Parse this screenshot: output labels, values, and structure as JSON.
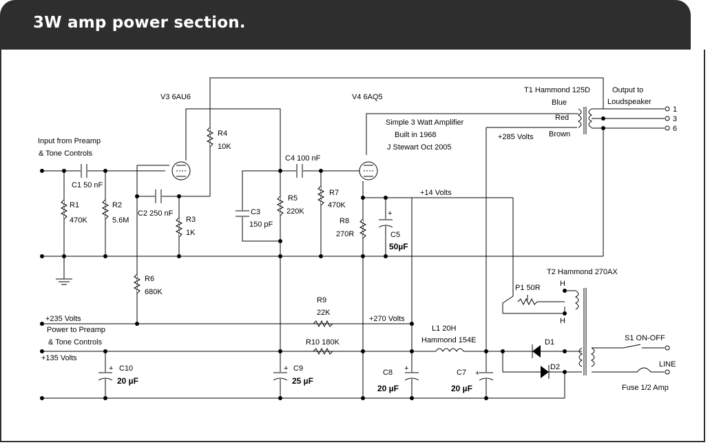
{
  "header": {
    "title": "3W amp power section."
  },
  "tubes": {
    "v3": "V3 6AU6",
    "v4": "V4 6AQ5"
  },
  "info": {
    "line1": "Simple 3 Watt Amplifier",
    "line2": "Built in 1968",
    "line3": "J Stewart Oct 2005"
  },
  "input_label": {
    "line1": "Input from Preamp",
    "line2": "& Tone Controls"
  },
  "components": {
    "c1": "C1 50 nF",
    "c2": "C2 250 nF",
    "c3_name": "C3",
    "c3_value": "150 pF",
    "c4": "C4 100 nF",
    "c5_name": "C5",
    "c5_value": "50µF",
    "c7_name": "C7",
    "c7_value": "20 µF",
    "c8_name": "C8",
    "c8_value": "20 µF",
    "c9_name": "C9",
    "c9_value": "25 µF",
    "c10_name": "C10",
    "c10_value": "20 µF",
    "r1_name": "R1",
    "r1_value": "470K",
    "r2_name": "R2",
    "r2_value": "5.6M",
    "r3_name": "R3",
    "r3_value": "1K",
    "r4_name": "R4",
    "r4_value": "10K",
    "r5_name": "R5",
    "r5_value": "220K",
    "r6_name": "R6",
    "r6_value": "680K",
    "r7_name": "R7",
    "r7_value": "470K",
    "r8_name": "R8",
    "r8_value": "270R",
    "r9_name": "R9",
    "r9_value": "22K",
    "r10": "R10 180K",
    "l1_name": "L1 20H",
    "l1_value": "Hammond 154E",
    "p1": "P1 50R",
    "d1": "D1",
    "d2": "D2",
    "t1": "T1 Hammond 125D",
    "t2": "T2 Hammond 270AX",
    "s1": "S1 ON-OFF",
    "fuse": "Fuse  1/2 Amp",
    "line": "LINE",
    "plus": "+"
  },
  "t1_wires": {
    "blue": "Blue",
    "red": "Red",
    "brown": "Brown"
  },
  "output": {
    "line1": "Output to",
    "line2": "Loudspeaker",
    "pin1": "1",
    "pin3": "3",
    "pin6": "6"
  },
  "t2_taps": {
    "h1": "H",
    "h2": "H"
  },
  "voltages": {
    "v285": "+285 Volts",
    "v14": "+14 Volts",
    "v235": "+235 Volts",
    "v270": "+270 Volts",
    "v135": "+135 Volts"
  },
  "power_label": {
    "line1": "Power to Preamp",
    "line2": "& Tone Controls"
  }
}
